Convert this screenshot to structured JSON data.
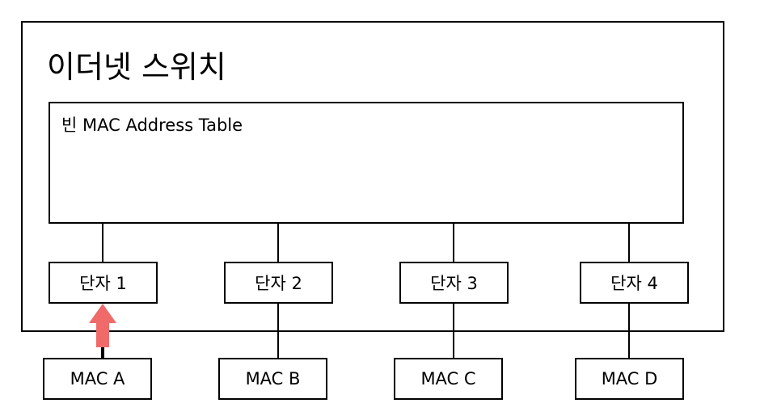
{
  "switch": {
    "title": "이더넷 스위치",
    "table_label": "빈  MAC Address Table"
  },
  "ports": [
    {
      "label": "단자 1"
    },
    {
      "label": "단자 2"
    },
    {
      "label": "단자 3"
    },
    {
      "label": "단자 4"
    }
  ],
  "hosts": [
    {
      "label": "MAC A"
    },
    {
      "label": "MAC B"
    },
    {
      "label": "MAC C"
    },
    {
      "label": "MAC D"
    }
  ],
  "colors": {
    "stroke": "#000000",
    "arrow": "#f06a6a"
  }
}
